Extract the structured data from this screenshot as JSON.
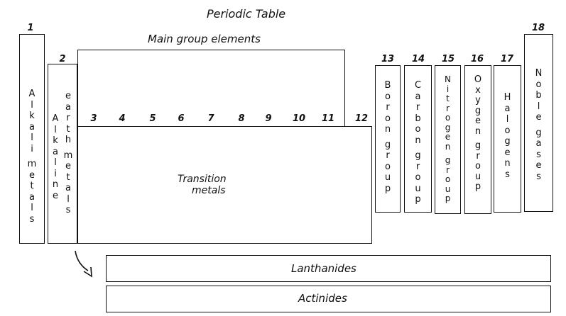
{
  "title": "Periodic Table",
  "main_group_label": "Main group elements",
  "groups": {
    "g1": {
      "number": "1",
      "label": "Alkali metals"
    },
    "g2": {
      "number": "2",
      "label_a": "Alkaline",
      "label_b": "earth metals"
    },
    "g13": {
      "number": "13",
      "label": "Boron group"
    },
    "g14": {
      "number": "14",
      "label": "Carbon group"
    },
    "g15": {
      "number": "15",
      "label": "Nitrogen group"
    },
    "g16": {
      "number": "16",
      "label": "Oxygen group"
    },
    "g17": {
      "number": "17",
      "label": "Halogens"
    },
    "g18": {
      "number": "18",
      "label": "Noble gases"
    }
  },
  "transition_numbers": [
    "3",
    "4",
    "5",
    "6",
    "7",
    "8",
    "9",
    "10",
    "11",
    "12"
  ],
  "transition_label_a": "Transition",
  "transition_label_b": "metals",
  "lanthanides": "Lanthanides",
  "actinides": "Actinides"
}
